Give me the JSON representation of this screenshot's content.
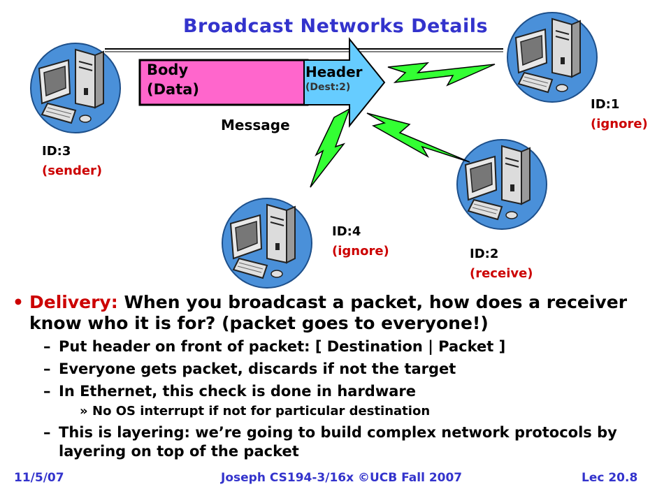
{
  "slide": {
    "title": "Broadcast Networks Details",
    "nodes": {
      "sender": {
        "id": "ID:3",
        "role": "(sender)"
      },
      "n1": {
        "id": "ID:1",
        "role": "(ignore)"
      },
      "n2": {
        "id": "ID:2",
        "role": "(receive)"
      },
      "n4": {
        "id": "ID:4",
        "role": "(ignore)"
      }
    },
    "packet": {
      "body_line1": "Body",
      "body_line2": "(Data)",
      "header_label": "Header",
      "header_dest": "(Dest:2)",
      "message_label": "Message"
    },
    "bullets": {
      "delivery_keyword": "Delivery:",
      "delivery_text": " When you broadcast a packet, how does a receiver know who it is for? (packet goes to everyone!)",
      "sub1": "Put header on front of packet: [ Destination | Packet ]",
      "sub2": "Everyone gets packet, discards if not the target",
      "sub3": "In Ethernet, this check is done in hardware",
      "sub3_1": "No OS interrupt if not for particular destination",
      "sub4": "This is layering: we’re going to build complex network protocols by layering on top of the packet"
    },
    "footer": {
      "date": "11/5/07",
      "course": "Joseph CS194-3/16x ©UCB Fall 2007",
      "lecture": "Lec 20.8"
    }
  },
  "colors": {
    "title": "#3333cc",
    "accent_red": "#cc0000",
    "body_fill": "#ff66cc",
    "header_fill": "#66ccff",
    "bolt_fill": "#33ff33",
    "globe_fill": "#4a90d9"
  },
  "icons": [
    "computer-icon",
    "globe-icon",
    "lightning-bolt-icon",
    "arrow-icon"
  ]
}
